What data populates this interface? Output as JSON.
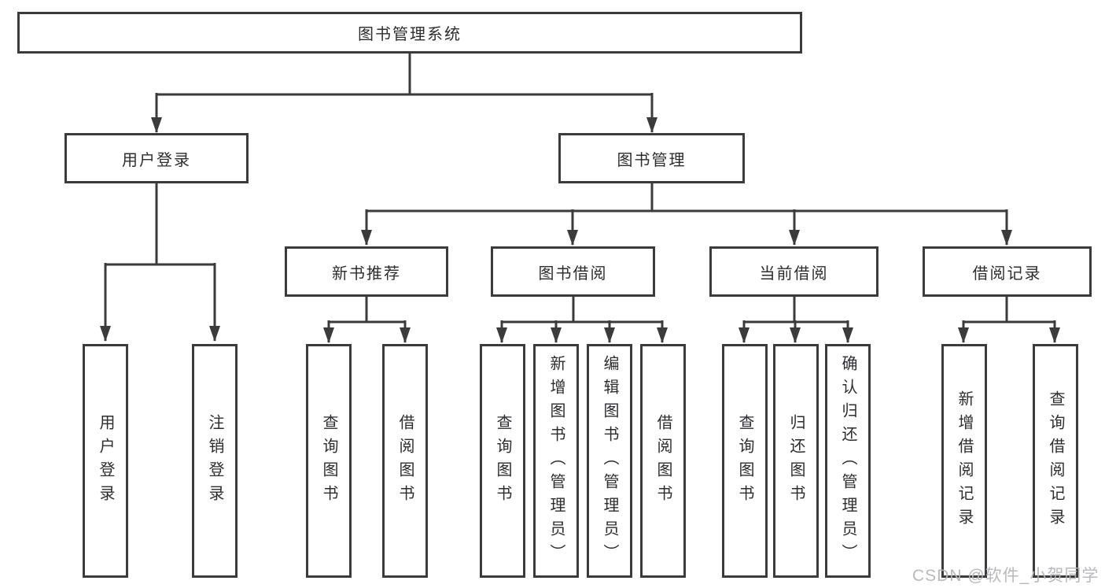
{
  "tree": {
    "label": "图书管理系统",
    "children": [
      {
        "label": "用户登录",
        "children": [
          {
            "label": "用户登录"
          },
          {
            "label": "注销登录"
          }
        ]
      },
      {
        "label": "图书管理",
        "children": [
          {
            "label": "新书推荐",
            "children": [
              {
                "label": "查询图书"
              },
              {
                "label": "借阅图书"
              }
            ]
          },
          {
            "label": "图书借阅",
            "children": [
              {
                "label": "查询图书"
              },
              {
                "label": "新增图书（管理员）"
              },
              {
                "label": "编辑图书（管理员）"
              },
              {
                "label": "借阅图书"
              }
            ]
          },
          {
            "label": "当前借阅",
            "children": [
              {
                "label": "查询图书"
              },
              {
                "label": "归还图书"
              },
              {
                "label": "确认归还（管理员）"
              }
            ]
          },
          {
            "label": "借阅记录",
            "children": [
              {
                "label": "新增借阅记录"
              },
              {
                "label": "查询借阅记录"
              }
            ]
          }
        ]
      }
    ]
  },
  "watermark": {
    "text": "CSDN @软件_小贺同学"
  },
  "colors": {
    "line": "#3b3b3b",
    "text": "#2d2d30",
    "watermark": "#b6b6ba"
  }
}
